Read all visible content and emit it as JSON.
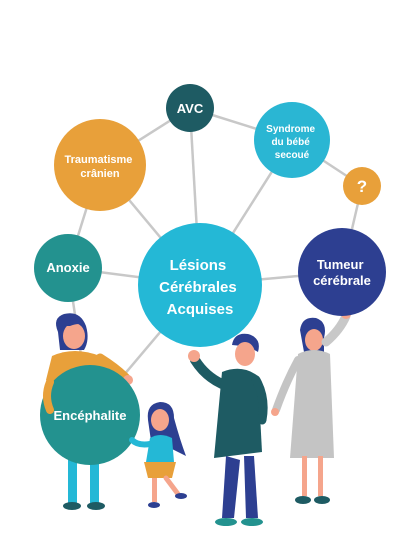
{
  "diagram": {
    "center": {
      "lines": [
        "Lésions",
        "Cérébrales",
        "Acquises"
      ],
      "color": "#24b8d6"
    },
    "nodes": [
      {
        "key": "avc",
        "lines": [
          "AVC"
        ],
        "color": "#1e5b63"
      },
      {
        "key": "traumatisme",
        "lines": [
          "Traumatisme",
          "crânien"
        ],
        "color": "#e8a03a"
      },
      {
        "key": "syndrome",
        "lines": [
          "Syndrome",
          "du bébé",
          "secoué"
        ],
        "color": "#2ab6d3"
      },
      {
        "key": "question",
        "lines": [
          "?"
        ],
        "color": "#e8a03a"
      },
      {
        "key": "anoxie",
        "lines": [
          "Anoxie"
        ],
        "color": "#23928f"
      },
      {
        "key": "tumeur",
        "lines": [
          "Tumeur",
          "cérébrale"
        ],
        "color": "#2d3f91"
      },
      {
        "key": "encephalite",
        "lines": [
          "Encéphalite"
        ],
        "color": "#23928f"
      }
    ],
    "line_color": "#c8c8c8"
  },
  "illustration": {
    "people": [
      "woman-yellow-top",
      "girl-blue-dress",
      "man-dark-coat",
      "woman-grey-dress"
    ]
  }
}
